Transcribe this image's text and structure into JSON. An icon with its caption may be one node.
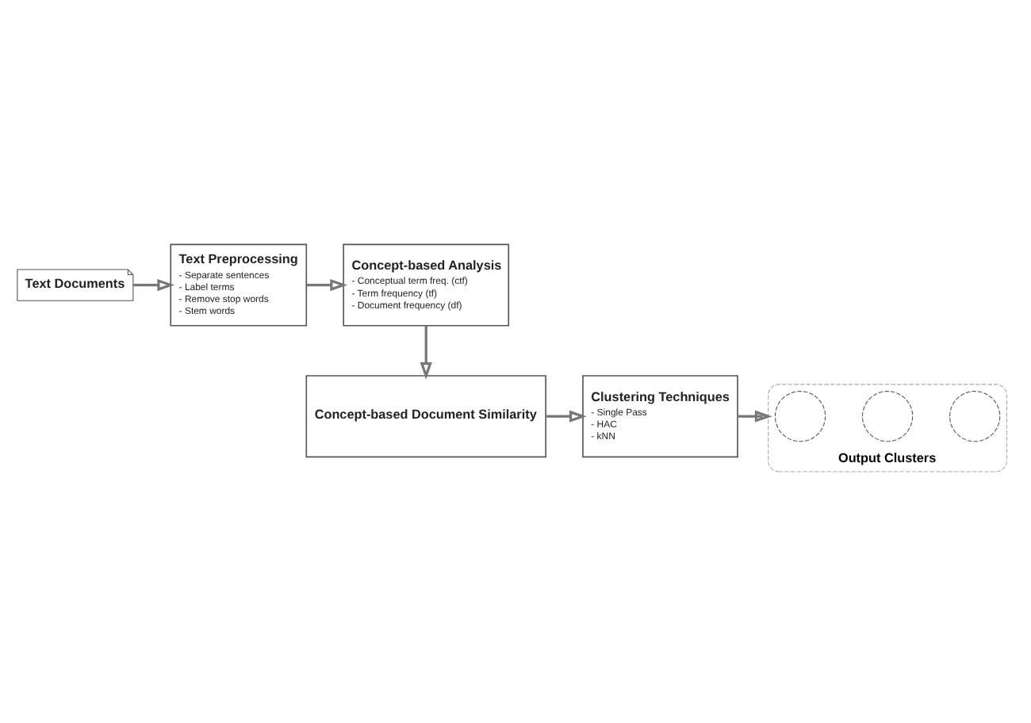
{
  "diagram": {
    "nodes": [
      {
        "text": [
          "Text Documents"
        ]
      },
      {
        "text": [
          "Text Preprocessing",
          "- Separate sentences",
          "- Label terms",
          "- Remove stop words",
          "- Stem words"
        ]
      },
      {
        "text": [
          "Concept-based Analysis",
          "- Conceptual term freq. (ctf)",
          "- Term frequency (tf)",
          "- Document frequency (df)"
        ]
      },
      {
        "text": [
          "Concept-based Document Similarity"
        ]
      },
      {
        "text": [
          "Clustering Techniques",
          "- Single Pass",
          "- HAC",
          "- kNN"
        ]
      },
      {
        "text": [
          "Output Clusters"
        ]
      },
      {
        "text": [],
        "shape": "circle",
        "in": 5
      },
      {
        "text": [],
        "shape": "circle",
        "in": 5
      },
      {
        "text": [],
        "shape": "circle",
        "in": 5
      }
    ],
    "edges": [
      {
        "from": 0,
        "to": 1,
        "arrow": "to"
      },
      {
        "from": 1,
        "to": 2,
        "arrow": "to"
      },
      {
        "from": 2,
        "to": 3,
        "arrow": "to"
      },
      {
        "from": 3,
        "to": 4,
        "arrow": "to"
      },
      {
        "from": 4,
        "to": 5,
        "arrow": "to"
      }
    ]
  }
}
